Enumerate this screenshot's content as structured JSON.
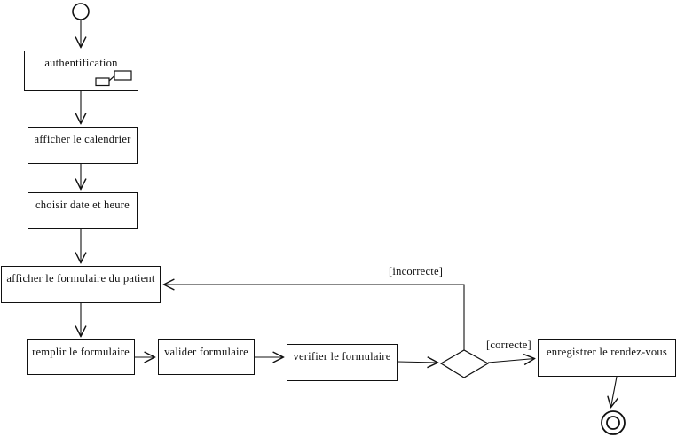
{
  "diagram": {
    "type": "uml-activity",
    "colors": {
      "line": "#000000",
      "background": "#ffffff"
    },
    "nodes": {
      "start": {
        "type": "initial-node"
      },
      "auth": {
        "label": "authentification",
        "icon": "subactivity-icon"
      },
      "calendar": {
        "label": "afficher le calendrier"
      },
      "datetime": {
        "label": "choisir date et heure"
      },
      "patient_form": {
        "label": "afficher le formulaire du patient"
      },
      "fill_form": {
        "label": "remplir le formulaire"
      },
      "validate_form": {
        "label": "valider formulaire"
      },
      "verify_form": {
        "label": "verifier le formulaire"
      },
      "decision": {
        "type": "decision-diamond"
      },
      "save": {
        "label": "enregistrer le rendez-vous"
      },
      "end": {
        "type": "final-node"
      }
    },
    "guards": {
      "incorrect": "[incorrecte]",
      "correct": "[correcte]"
    }
  }
}
